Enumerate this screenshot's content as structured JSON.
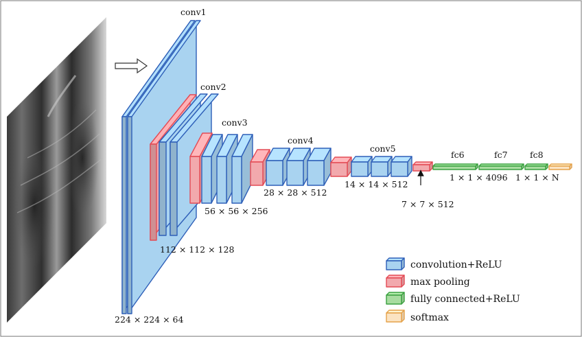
{
  "colors": {
    "conv_fill": "#a9d3f0",
    "conv_stroke": "#2e5fb8",
    "pool_fill": "#f2a9ad",
    "pool_stroke": "#e34b55",
    "fc_fill": "#a8dca0",
    "fc_stroke": "#3aa040",
    "softmax_fill": "#fbe3c2",
    "softmax_stroke": "#e5a24a"
  },
  "layers": {
    "conv1": "conv1",
    "conv2": "conv2",
    "conv3": "conv3",
    "conv4": "conv4",
    "conv5": "conv5",
    "fc6": "fc6",
    "fc7": "fc7",
    "fc8": "fc8"
  },
  "dims": {
    "d224": "224 × 224 × 64",
    "d112": "112 × 112 × 128",
    "d56": "56 × 56 × 256",
    "d28": "28 × 28 × 512",
    "d14": "14 × 14 × 512",
    "d7": "7 × 7 × 512",
    "d4096": "1 × 1 × 4096",
    "dN": "1 × 1 × N"
  },
  "legend": {
    "conv": "convolution+ReLU",
    "pool": "max pooling",
    "fc": "fully connected+ReLU",
    "softmax": "softmax"
  },
  "input_image": {
    "icon": "chest-xray-image"
  },
  "arrow_icon": "right-arrow-icon"
}
